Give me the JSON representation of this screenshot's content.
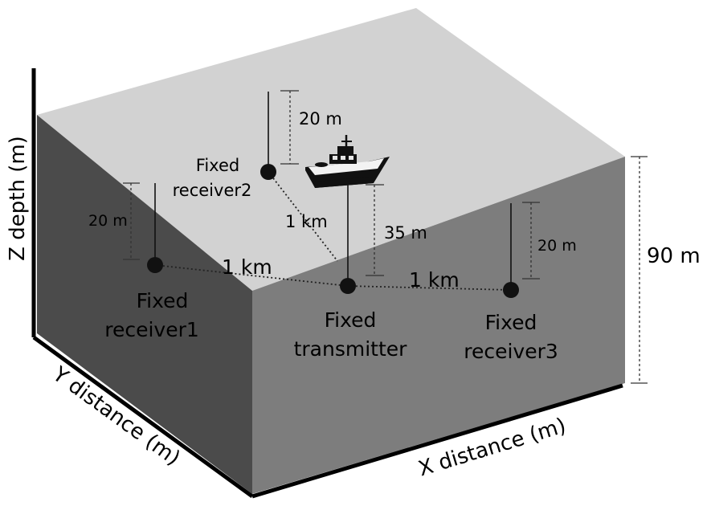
{
  "axes": {
    "x_label": "X distance (m)",
    "y_label": "Y distance (m)",
    "z_label": "Z depth (m)"
  },
  "depth": {
    "label": "90 m"
  },
  "nodes": {
    "transmitter": {
      "line1": "Fixed",
      "line2": "transmitter"
    },
    "receiver1": {
      "line1": "Fixed",
      "line2": "receiver1"
    },
    "receiver2": {
      "line1": "Fixed",
      "line2": "receiver2"
    },
    "receiver3": {
      "line1": "Fixed",
      "line2": "receiver3"
    }
  },
  "distances": {
    "tx_r1": "1 km",
    "tx_r2": "1 km",
    "tx_r3": "1 km"
  },
  "heights": {
    "r1": "20 m",
    "r2": "20 m",
    "r3": "20 m",
    "tx": "35 m"
  },
  "colors": {
    "top_face": "#d2d2d2",
    "left_face": "#4b4b4b",
    "front_face": "#7d7d7d",
    "node": "#111111"
  }
}
